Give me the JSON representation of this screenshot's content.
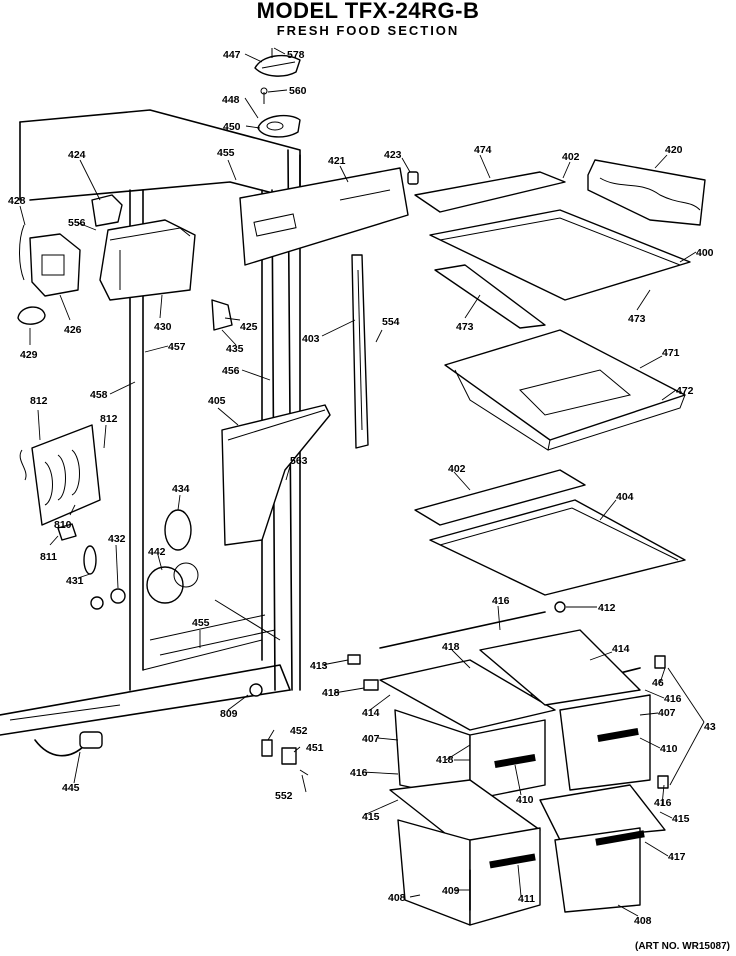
{
  "header": {
    "model": "MODEL TFX-24RG-B",
    "section": "FRESH FOOD SECTION"
  },
  "footer": {
    "art_no": "(ART NO. WR15087)"
  },
  "part_labels": [
    "447",
    "578",
    "448",
    "560",
    "450",
    "455",
    "421",
    "423",
    "474",
    "402",
    "420",
    "424",
    "428",
    "556",
    "400",
    "473",
    "473",
    "426",
    "430",
    "425",
    "435",
    "429",
    "457",
    "403",
    "554",
    "471",
    "472",
    "456",
    "458",
    "812",
    "812",
    "405",
    "563",
    "810",
    "434",
    "402",
    "404",
    "811",
    "432",
    "442",
    "431",
    "416",
    "412",
    "455",
    "413",
    "418",
    "414",
    "46",
    "43",
    "416",
    "809",
    "418",
    "414",
    "407",
    "452",
    "451",
    "407",
    "418",
    "410",
    "410",
    "445",
    "416",
    "552",
    "416",
    "415",
    "415",
    "417",
    "408",
    "409",
    "411",
    "408"
  ]
}
